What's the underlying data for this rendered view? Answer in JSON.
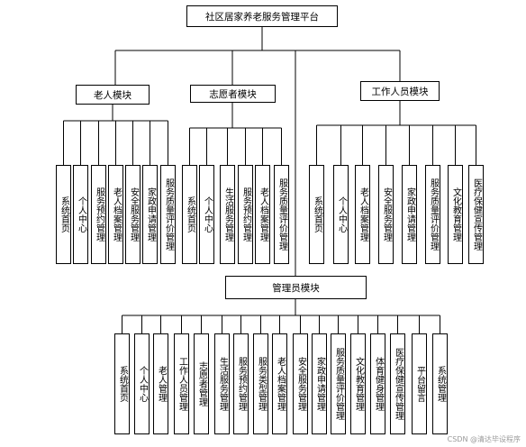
{
  "root": "社区居家养老服务管理平台",
  "modules": [
    {
      "name": "老人模块",
      "items": [
        "系统首页",
        "个人中心",
        "服务预约管理",
        "老人档案管理",
        "安全服务管理",
        "家政申请管理",
        "服务质量评价管理"
      ]
    },
    {
      "name": "志愿者模块",
      "items": [
        "系统首页",
        "个人中心",
        "生活服务管理",
        "服务预约管理",
        "老人档案管理",
        "服务质量评价管理"
      ]
    },
    {
      "name": "工作人员模块",
      "items": [
        "系统首页",
        "个人中心",
        "老人档案管理",
        "安全服务管理",
        "家政申请管理",
        "服务质量评价管理",
        "文化教育管理",
        "医疗保健宣传管理"
      ]
    },
    {
      "name": "管理员模块",
      "items": [
        "系统首页",
        "个人中心",
        "老人管理",
        "工作人员管理",
        "志愿者管理",
        "生活服务管理",
        "服务预约管理",
        "服务类型管理",
        "老人档案管理",
        "安全服务管理",
        "家政申请管理",
        "服务质量评价管理",
        "文化教育管理",
        "体育健身管理",
        "医疗保健宣传管理",
        "平台留言",
        "系统管理"
      ]
    }
  ],
  "watermark": "CSDN @清达毕设程序"
}
